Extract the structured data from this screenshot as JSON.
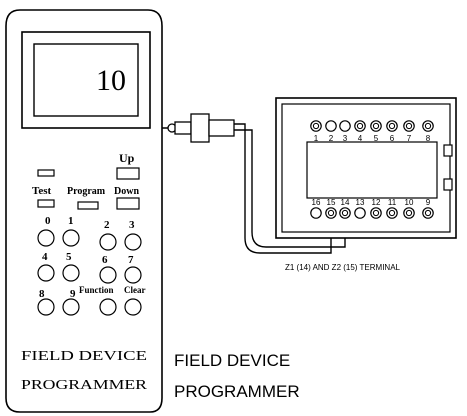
{
  "programmer": {
    "display_value": "10",
    "key_labels": {
      "up": "Up",
      "test": "Test",
      "program": "Program",
      "down": "Down",
      "k0": "0",
      "k1": "1",
      "k2": "2",
      "k3": "3",
      "k4": "4",
      "k5": "5",
      "k6": "6",
      "k7": "7",
      "k8": "8",
      "k9": "9",
      "function": "Function",
      "clear": "Clear"
    },
    "body_title_line1": "FIELD DEVICE",
    "body_title_line2": "PROGRAMMER"
  },
  "caption": {
    "line1": "FIELD DEVICE",
    "line2": "PROGRAMMER"
  },
  "terminal": {
    "top_numbers": [
      "1",
      "2",
      "3",
      "4",
      "5",
      "6",
      "7",
      "8"
    ],
    "bottom_numbers": [
      "16",
      "15",
      "14",
      "13",
      "12",
      "11",
      "10",
      "9"
    ],
    "label": "Z1 (14) AND Z2  (15) TERMINAL"
  }
}
